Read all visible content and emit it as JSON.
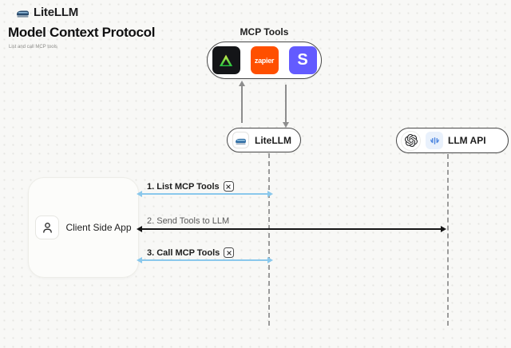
{
  "header": {
    "brand": "LiteLLM",
    "title": "Model Context Protocol",
    "subtitle": "List and call MCP tools"
  },
  "mcp_tools": {
    "label": "MCP Tools",
    "apps": [
      {
        "name": "composio",
        "label": ""
      },
      {
        "name": "zapier",
        "label": "zapier",
        "bg": "#ff4f00"
      },
      {
        "name": "stripe",
        "label": "S",
        "bg": "#635bff"
      }
    ]
  },
  "nodes": {
    "litellm": {
      "label": "LiteLLM"
    },
    "llm_api": {
      "label": "LLM API"
    },
    "client": {
      "label": "Client Side App"
    }
  },
  "flows": [
    {
      "label": "1. List MCP Tools",
      "tools_icon": true,
      "color": "#8ac8ec"
    },
    {
      "label": "2. Send Tools to LLM",
      "tools_icon": false,
      "color": "#161616"
    },
    {
      "label": "3. Call MCP Tools",
      "tools_icon": true,
      "color": "#8ac8ec"
    }
  ],
  "colors": {
    "background": "#f8f8f6",
    "arrow_blue": "#8ac8ec",
    "arrow_black": "#161616",
    "border_dark": "#4a4a4a",
    "lifeline": "#9b9b9b",
    "zapier_orange": "#ff4f00",
    "stripe_purple": "#635bff"
  }
}
